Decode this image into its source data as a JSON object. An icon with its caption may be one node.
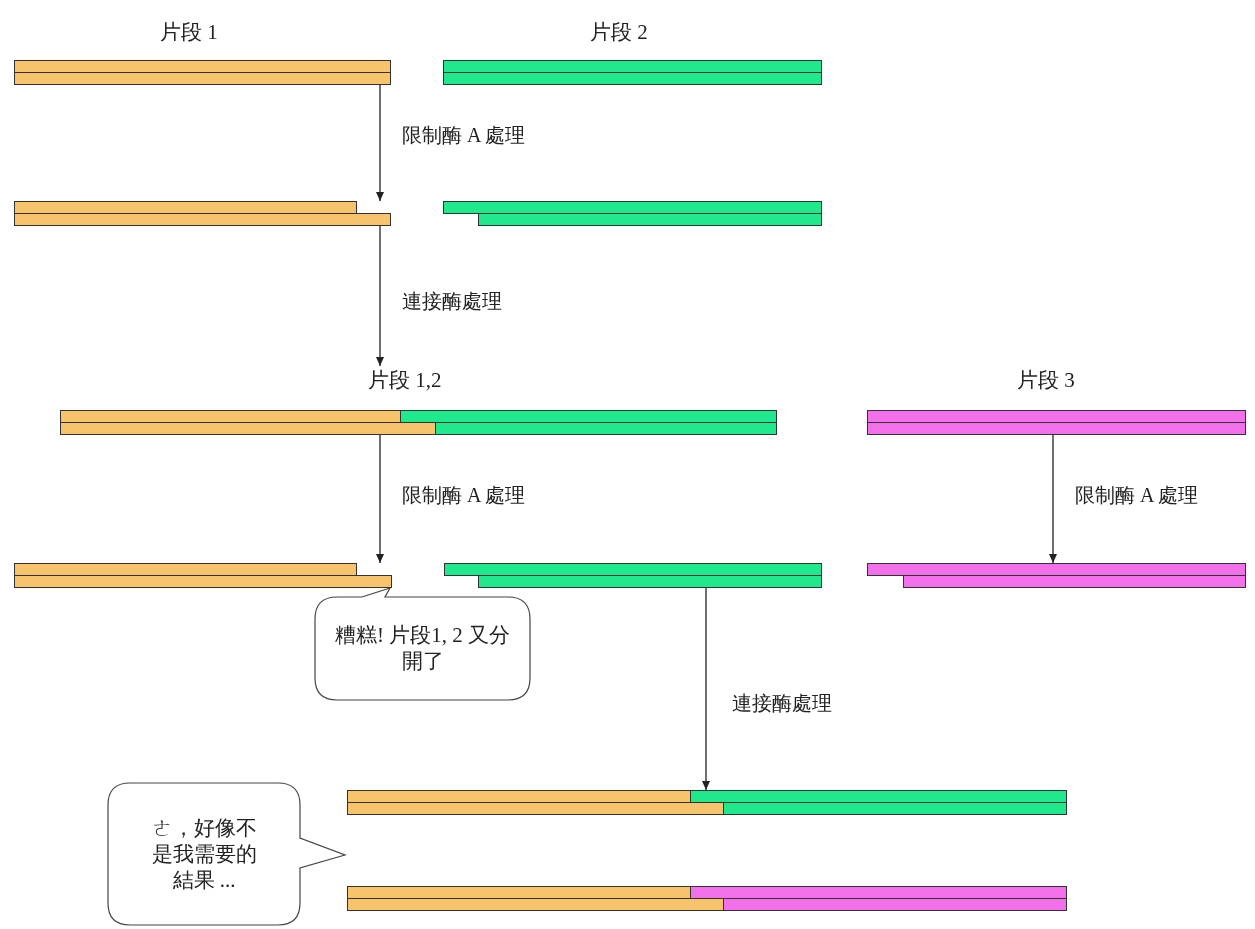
{
  "diagram": {
    "nodes": [
      {
        "text": [
          "片段 1"
        ]
      },
      {
        "text": [
          "片段 2"
        ]
      },
      {
        "text": [],
        "shape": "bar"
      },
      {
        "text": [],
        "shape": "bar"
      },
      {
        "text": [
          "片段 1,2"
        ]
      },
      {
        "text": [
          "片段 3"
        ]
      },
      {
        "text": [],
        "shape": "bar"
      },
      {
        "text": [],
        "shape": "bar"
      },
      {
        "text": [],
        "shape": "bar"
      },
      {
        "text": [
          "糟糕! 片段1, 2 又分開了"
        ]
      },
      {
        "text": [],
        "shape": "bar"
      },
      {
        "text": [],
        "shape": "bar"
      },
      {
        "text": [
          "ㄜ，好像不是我需要的結果 ..."
        ]
      }
    ],
    "edges": [
      {
        "from": 0,
        "to": 2,
        "arrow": "to",
        "label": "限制酶 A 處理"
      },
      {
        "from": 2,
        "to": 4,
        "arrow": "to",
        "label": "連接酶處理"
      },
      {
        "from": 4,
        "to": 6,
        "arrow": "to",
        "label": "限制酶 A 處理"
      },
      {
        "from": 5,
        "to": 8,
        "arrow": "to",
        "label": "限制酶 A 處理"
      },
      {
        "from": 7,
        "to": 10,
        "arrow": "to",
        "label": "連接酶處理"
      }
    ]
  }
}
